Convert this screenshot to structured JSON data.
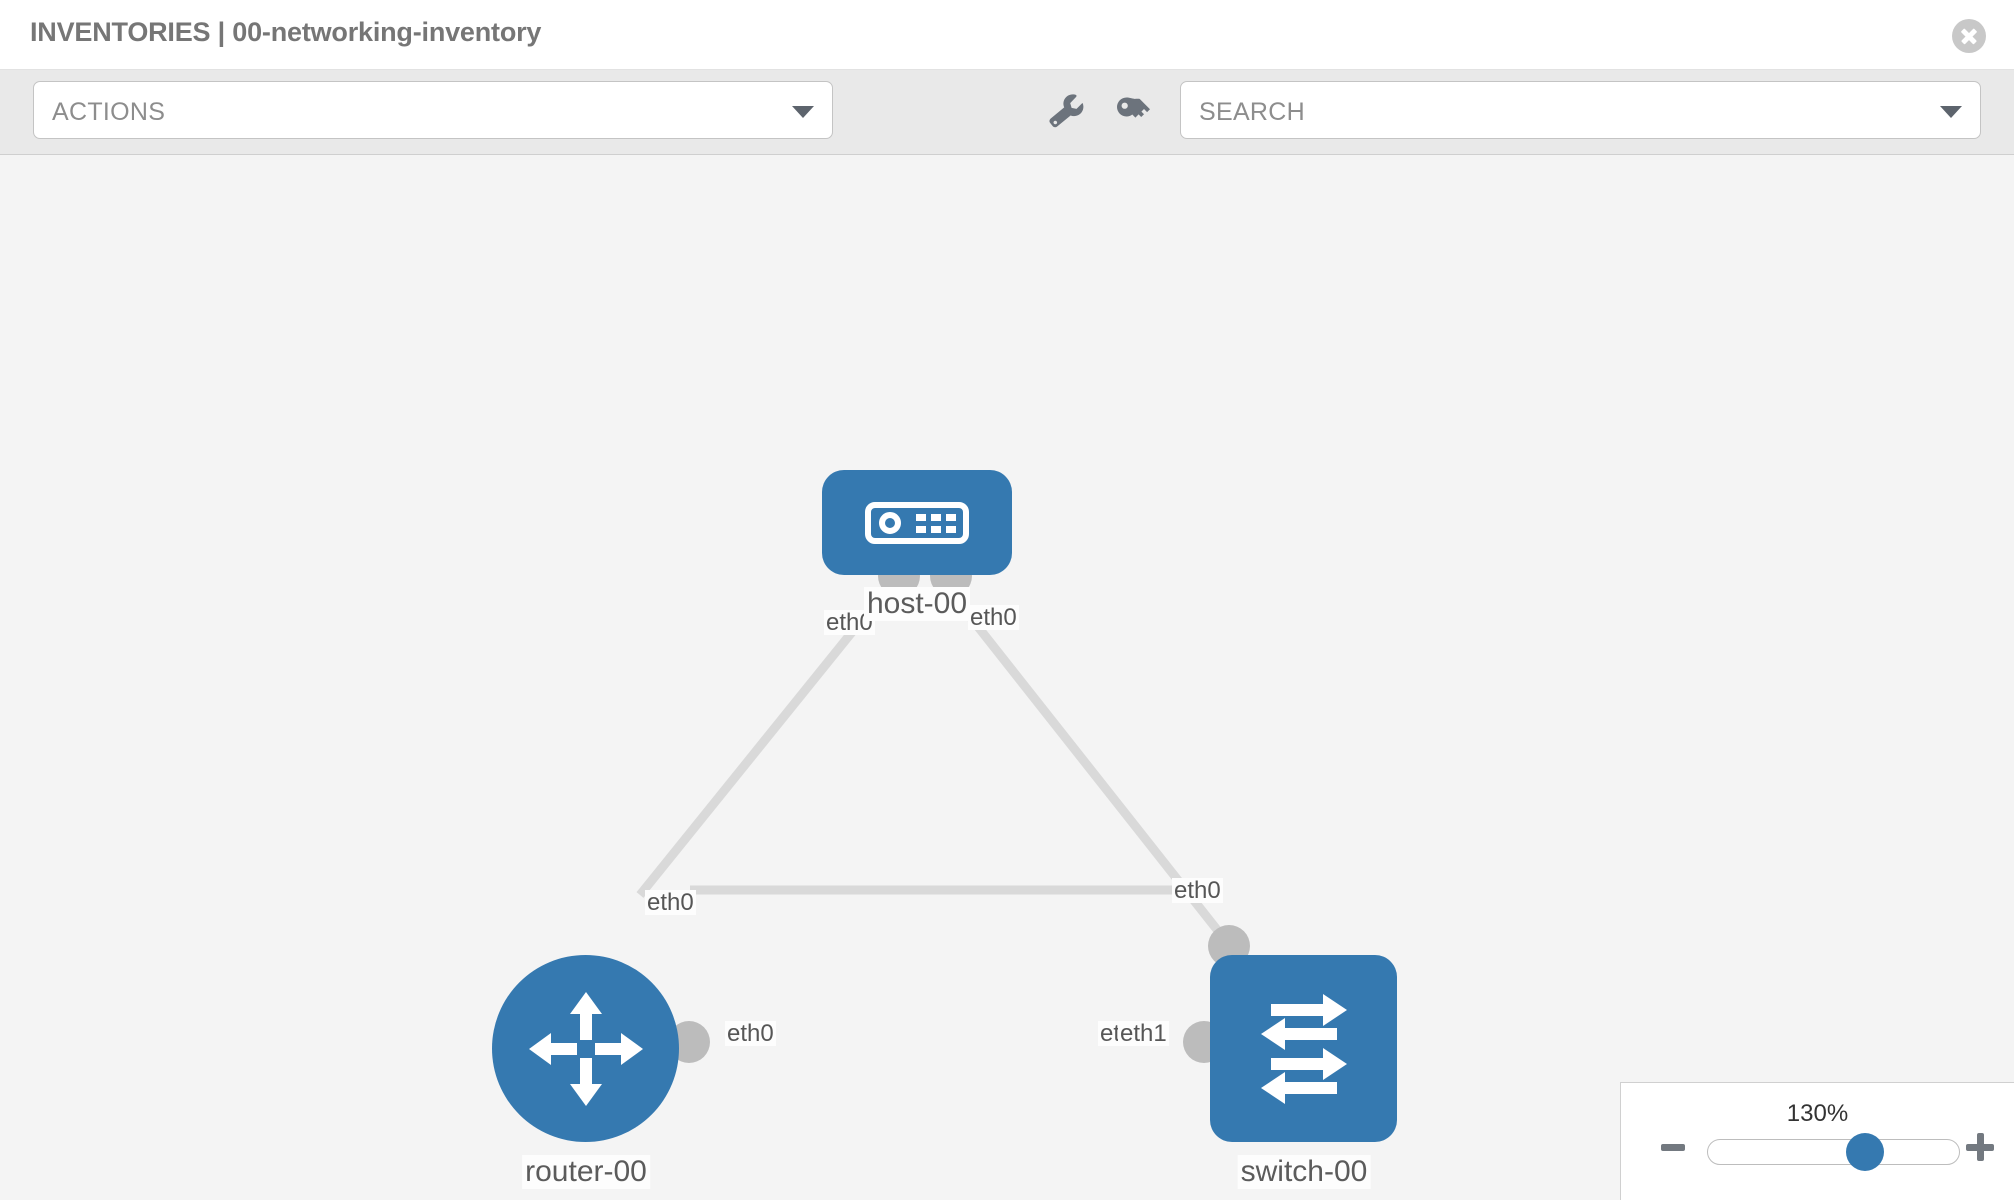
{
  "header": {
    "title": "INVENTORIES | 00-networking-inventory",
    "close_icon": "close-icon"
  },
  "toolbar": {
    "actions_label": "ACTIONS",
    "search_label": "SEARCH",
    "wrench_icon": "wrench-icon",
    "key_icon": "key-icon",
    "caret_icon": "chevron-down-icon"
  },
  "topology": {
    "nodes": [
      {
        "id": "host-00",
        "label": "host-00",
        "icon": "server-icon",
        "shape": "rounded-square",
        "color": "#3579b0"
      },
      {
        "id": "router-00",
        "label": "router-00",
        "icon": "router-icon",
        "shape": "circle",
        "color": "#3579b0"
      },
      {
        "id": "switch-00",
        "label": "switch-00",
        "icon": "switch-icon",
        "shape": "rounded-square",
        "color": "#3579b0"
      }
    ],
    "interface_labels": {
      "host_left": "eth0",
      "host_right": "eth0",
      "router_up": "eth0",
      "router_right": "eth0",
      "switch_up": "eth0",
      "switch_left_back": "eth0",
      "switch_left_front": "eth1"
    },
    "links": [
      {
        "from": "host-00",
        "to": "router-00"
      },
      {
        "from": "host-00",
        "to": "switch-00"
      },
      {
        "from": "router-00",
        "to": "switch-00"
      }
    ]
  },
  "zoom_control": {
    "value": "130%",
    "minus_icon": "minus-icon",
    "plus_icon": "plus-icon",
    "slider_position_percent": 62
  }
}
